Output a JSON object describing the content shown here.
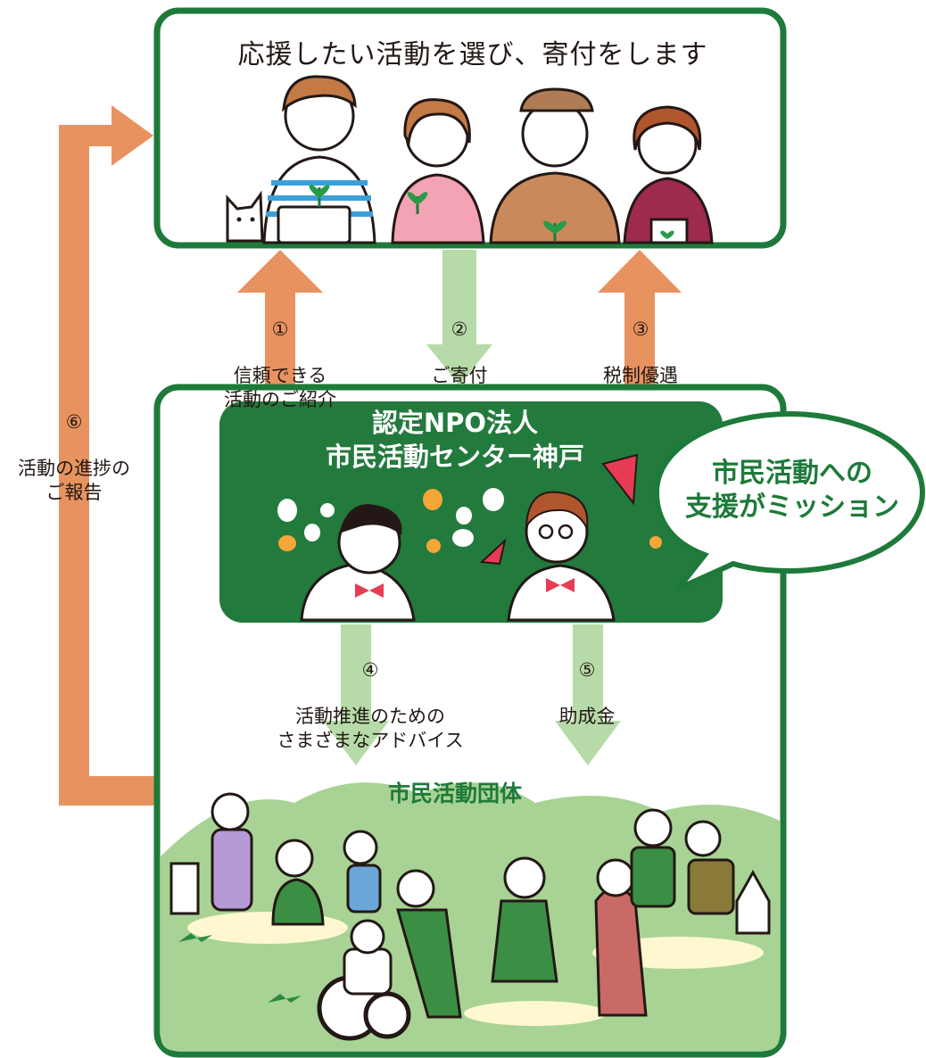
{
  "donors": {
    "title": "応援したい活動を選び、寄付をします"
  },
  "organization": {
    "name": "認定NPO法人\n市民活動センター神戸",
    "mission": "市民活動への\n支援がミッション"
  },
  "groups": {
    "title": "市民活動団体"
  },
  "flows": [
    {
      "number": "①",
      "label": "信頼できる\n活動のご紹介"
    },
    {
      "number": "②",
      "label": "ご寄付"
    },
    {
      "number": "③",
      "label": "税制優遇"
    },
    {
      "number": "④",
      "label": "活動推進のための\nさまざまなアドバイス"
    },
    {
      "number": "⑤",
      "label": "助成金"
    },
    {
      "number": "⑥",
      "label": "活動の進捗の\nご報告"
    }
  ],
  "colors": {
    "frame_green": "#1e7a3a",
    "org_green": "#237a3d",
    "light_green": "#b6dba8",
    "orange": "#e8935f",
    "field_green": "#a8d394"
  }
}
